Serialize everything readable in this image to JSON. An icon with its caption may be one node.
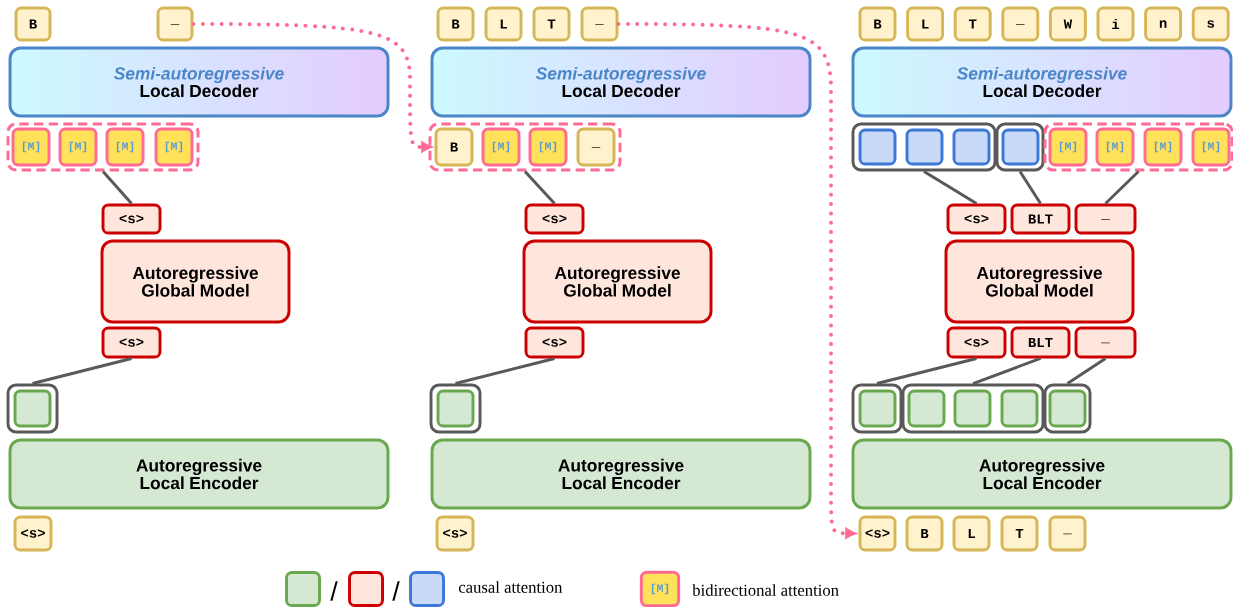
{
  "diagram": {
    "nodes": [
      {
        "text": [
          "B"
        ]
      },
      {
        "text": [
          "_"
        ]
      },
      {
        "text": [
          "Semi-autoregressive",
          "Local Decoder"
        ]
      },
      {
        "text": [],
        "shape": "box"
      },
      {
        "text": [
          "[M]"
        ],
        "in": 3
      },
      {
        "text": [
          "[M]"
        ],
        "in": 3
      },
      {
        "text": [
          "[M]"
        ],
        "in": 3
      },
      {
        "text": [
          "[M]"
        ],
        "in": 3
      },
      {
        "text": [
          "<s>"
        ]
      },
      {
        "text": [
          "Autoregressive Global Model"
        ]
      },
      {
        "text": [
          "<s>"
        ]
      },
      {
        "text": [],
        "shape": "box"
      },
      {
        "text": [],
        "shape": "box",
        "in": 11
      },
      {
        "text": [
          "Autoregressive Local Encoder"
        ]
      },
      {
        "text": [
          "<s>"
        ]
      },
      {
        "text": [
          "B"
        ]
      },
      {
        "text": [
          "L"
        ]
      },
      {
        "text": [
          "T"
        ]
      },
      {
        "text": [
          "_"
        ]
      },
      {
        "text": [
          "Semi-autoregressive",
          "Local Decoder"
        ]
      },
      {
        "text": [],
        "shape": "box"
      },
      {
        "text": [
          "B"
        ],
        "in": 20
      },
      {
        "text": [
          "[M]"
        ],
        "in": 20
      },
      {
        "text": [
          "[M]"
        ],
        "in": 20
      },
      {
        "text": [
          "_"
        ],
        "in": 20
      },
      {
        "text": [
          "<s>"
        ]
      },
      {
        "text": [
          "Autoregressive Global Model"
        ]
      },
      {
        "text": [
          "<s>"
        ]
      },
      {
        "text": [],
        "shape": "box"
      },
      {
        "text": [],
        "shape": "box",
        "in": 28
      },
      {
        "text": [
          "Autoregressive Local Encoder"
        ]
      },
      {
        "text": [
          "<s>"
        ]
      },
      {
        "text": [
          "B"
        ]
      },
      {
        "text": [
          "L"
        ]
      },
      {
        "text": [
          "T"
        ]
      },
      {
        "text": [
          "_"
        ]
      },
      {
        "text": [
          "W"
        ]
      },
      {
        "text": [
          "i"
        ]
      },
      {
        "text": [
          "n"
        ]
      },
      {
        "text": [
          "s"
        ]
      },
      {
        "text": [
          "Semi-autoregressive",
          "Local Decoder"
        ]
      },
      {
        "text": [],
        "shape": "box"
      },
      {
        "text": [],
        "shape": "box",
        "in": 41
      },
      {
        "text": [],
        "shape": "box",
        "in": 41
      },
      {
        "text": [],
        "shape": "box",
        "in": 41
      },
      {
        "text": [],
        "shape": "box"
      },
      {
        "text": [],
        "shape": "box",
        "in": 45
      },
      {
        "text": [],
        "shape": "box"
      },
      {
        "text": [
          "[M]"
        ],
        "in": 47
      },
      {
        "text": [
          "[M]"
        ],
        "in": 47
      },
      {
        "text": [
          "[M]"
        ],
        "in": 47
      },
      {
        "text": [
          "[M]"
        ],
        "in": 47
      },
      {
        "text": [
          "<s>"
        ]
      },
      {
        "text": [
          "BLT"
        ]
      },
      {
        "text": [
          "_"
        ]
      },
      {
        "text": [
          "Autoregressive Global Model"
        ]
      },
      {
        "text": [
          "<s>"
        ]
      },
      {
        "text": [
          "BLT"
        ]
      },
      {
        "text": [
          "_"
        ]
      },
      {
        "text": [],
        "shape": "box"
      },
      {
        "text": [],
        "shape": "box",
        "in": 59
      },
      {
        "text": [],
        "shape": "box"
      },
      {
        "text": [],
        "shape": "box",
        "in": 61
      },
      {
        "text": [],
        "shape": "box",
        "in": 61
      },
      {
        "text": [],
        "shape": "box",
        "in": 61
      },
      {
        "text": [],
        "shape": "box"
      },
      {
        "text": [],
        "shape": "box",
        "in": 65
      },
      {
        "text": [
          "Autoregressive Local Encoder"
        ]
      },
      {
        "text": [
          "<s>"
        ]
      },
      {
        "text": [
          "B"
        ]
      },
      {
        "text": [
          "L"
        ]
      },
      {
        "text": [
          "T"
        ]
      },
      {
        "text": [
          "_"
        ]
      }
    ],
    "edges": [
      {
        "from": 3,
        "to": 8,
        "arrow": "none"
      },
      {
        "from": 10,
        "to": 11,
        "arrow": "none"
      },
      {
        "from": 1,
        "to": 21,
        "arrow": "to",
        "style": "dashed",
        "color": "#ff6b93"
      },
      {
        "from": 20,
        "to": 25,
        "arrow": "none"
      },
      {
        "from": 27,
        "to": 28,
        "arrow": "none"
      },
      {
        "from": 18,
        "to": 68,
        "arrow": "to",
        "style": "dashed",
        "color": "#ff6b93"
      },
      {
        "from": 41,
        "to": 52,
        "arrow": "none"
      },
      {
        "from": 45,
        "to": 53,
        "arrow": "none"
      },
      {
        "from": 47,
        "to": 54,
        "arrow": "none"
      },
      {
        "from": 56,
        "to": 59,
        "arrow": "none"
      },
      {
        "from": 57,
        "to": 61,
        "arrow": "none"
      },
      {
        "from": 58,
        "to": 65,
        "arrow": "none"
      }
    ],
    "labels": [
      "/",
      "/",
      "[M]"
    ],
    "legend": [
      {
        "text": "causal attention"
      },
      {
        "text": "bidirectional attention"
      }
    ]
  }
}
